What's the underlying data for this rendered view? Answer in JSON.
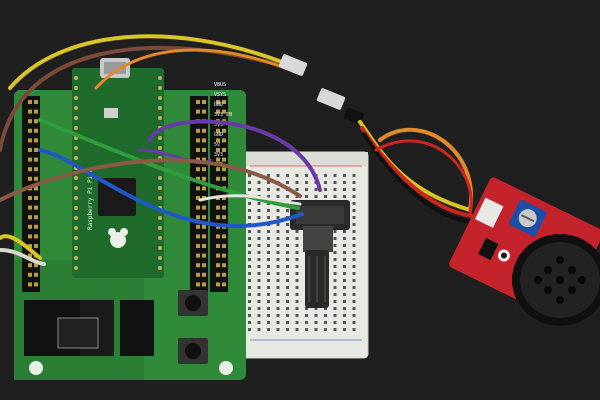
{
  "photo": {
    "pico_label": "Raspberry Pi Pico",
    "pin_labels": [
      "VBUS",
      "VSYS",
      "GND",
      "3V3_EN",
      "3V3",
      "GND",
      "5V",
      "3V3",
      "GND"
    ],
    "colors": {
      "background": "#1a1a1a",
      "expansion_board": "#2f8a3a",
      "pico_board": "#1f6b2c",
      "breadboard": "#e9e9e4",
      "speaker_module": "#c4232b",
      "speaker_cone": "#222222",
      "potentiometer_knob": "#1d4fa8",
      "wire_yellow": "#d9c52a",
      "wire_brown": "#7b4a3a",
      "wire_purple": "#6a3aa8",
      "wire_green": "#2e9e3c",
      "wire_blue": "#2058c8",
      "wire_orange": "#e08a2a",
      "wire_red": "#c8261e",
      "wire_black": "#111111"
    }
  }
}
